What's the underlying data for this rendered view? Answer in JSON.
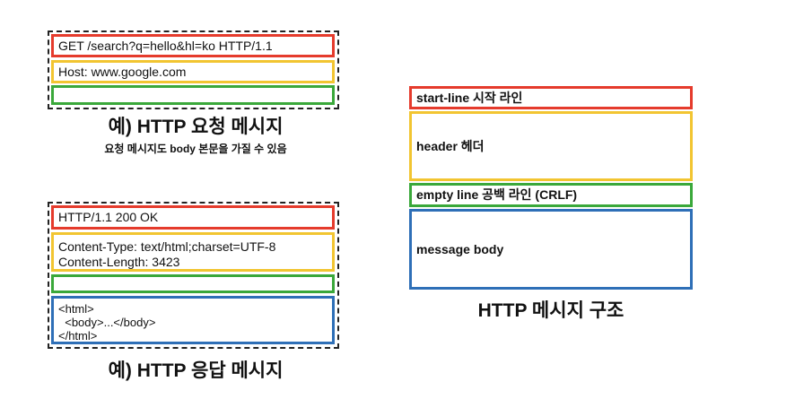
{
  "request": {
    "start_line": "GET /search?q=hello&hl=ko HTTP/1.1",
    "header": "Host: www.google.com",
    "caption": "예) HTTP 요청 메시지",
    "note": "요청 메시지도 body 본문을 가질 수 있음"
  },
  "response": {
    "start_line": "HTTP/1.1 200 OK",
    "header_line1": "Content-Type: text/html;charset=UTF-8",
    "header_line2": "Content-Length: 3423",
    "body_lines": [
      "<html>",
      "  <body>...</body>",
      "</html>"
    ],
    "caption": "예) HTTP 응답 메시지"
  },
  "structure": {
    "start_line": "start-line 시작 라인",
    "header": "header 헤더",
    "empty_line": "empty line 공백 라인 (CRLF)",
    "body": "message body",
    "caption": "HTTP 메시지 구조"
  },
  "colors": {
    "start_line": "#e53b2c",
    "header": "#f2c531",
    "empty_line": "#3aa83a",
    "body": "#2e6fb7"
  }
}
